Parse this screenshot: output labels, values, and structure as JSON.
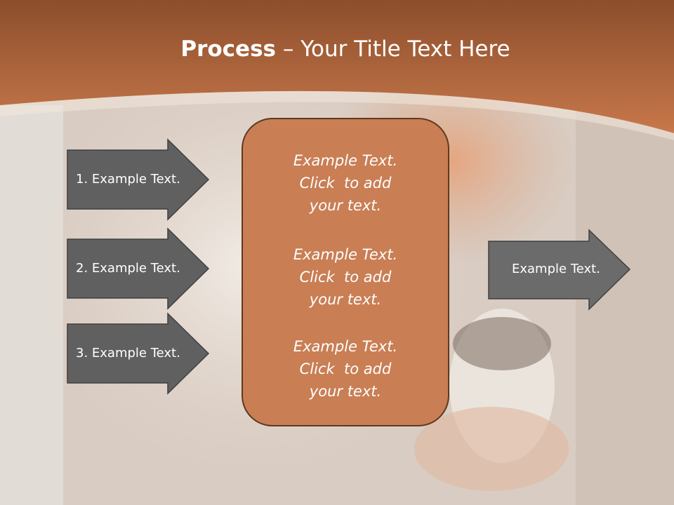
{
  "slide": {
    "title_bold": "Process",
    "title_rest": " – Your Title Text Here"
  },
  "left_arrows": [
    {
      "label": "1. Example Text."
    },
    {
      "label": "2. Example Text."
    },
    {
      "label": "3. Example Text."
    }
  ],
  "center_box": {
    "blocks": [
      {
        "lines": [
          "Example Text.",
          "Click  to add",
          "your text."
        ]
      },
      {
        "lines": [
          "Example Text.",
          "Click  to add",
          "your text."
        ]
      },
      {
        "lines": [
          "Example Text.",
          "Click  to add",
          "your text."
        ]
      }
    ]
  },
  "right_arrow": {
    "label": "Example Text."
  },
  "colors": {
    "header": "#b86a40",
    "arrow_fill": "#606060",
    "box_fill": "#c97e54",
    "box_border": "#5d3a22"
  }
}
